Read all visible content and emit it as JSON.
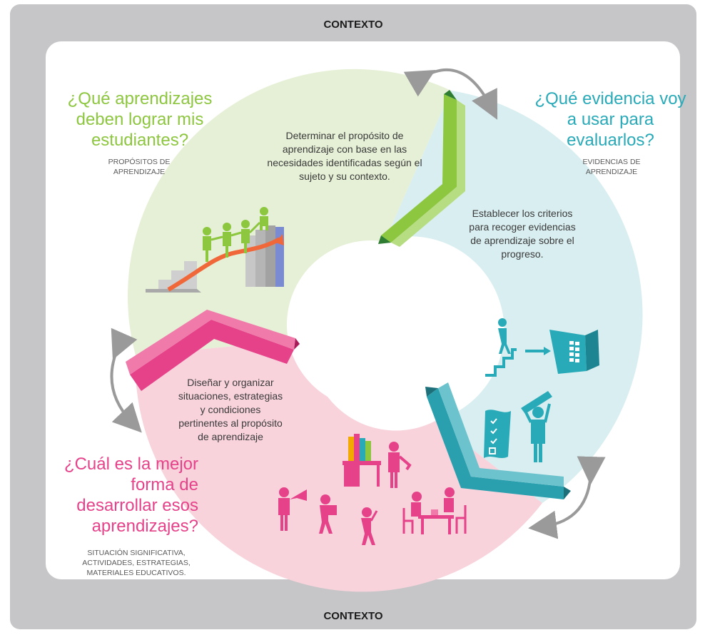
{
  "context_top": "CONTEXTO",
  "context_bottom": "CONTEXTO",
  "colors": {
    "green": "#8dc63f",
    "green_fill": "#e6f0d6",
    "blue": "#29aab8",
    "blue_fill": "#d9eef0",
    "pink": "#e6428a",
    "pink_fill": "#f8d3dc",
    "grey_frame": "#c6c6c8"
  },
  "sections": {
    "green": {
      "question": "¿Qué aprendizajes deben lograr mis estudiantes?",
      "subtitle_1": "PROPÓSITOS DE",
      "subtitle_2": "APRENDIZAJE",
      "body": "Determinar el propósito de aprendizaje con base en las necesidades identificadas según el sujeto y su contexto.",
      "icon": "team-climbing-stairs-icon"
    },
    "blue": {
      "question": "¿Qué evidencia voy a usar para evaluarlos?",
      "subtitle_1": "EVIDENCIAS DE",
      "subtitle_2": "APRENDIZAJE",
      "body": "Establecer los criterios para recoger evidencias de aprendizaje sobre el progreso.",
      "icons": [
        "person-climbing-stairs-icon",
        "laptop-icon",
        "checklist-icon",
        "person-holding-pencil-icon"
      ]
    },
    "pink": {
      "question": "¿Cuál es la mejor forma de desarrollar esos aprendizajes?",
      "subtitle_1": "SITUACIÓN SIGNIFICATIVA,",
      "subtitle_2": "ACTIVIDADES, ESTRATEGIAS,",
      "subtitle_3": "MATERIALES EDUCATIVOS.",
      "body": "Diseñar y organizar situaciones, estrategias y condiciones pertinentes al propósito de aprendizaje",
      "icons": [
        "teacher-at-desk-icon",
        "person-megaphone-icon",
        "person-carrying-books-icon",
        "person-walking-icon",
        "people-at-table-icon"
      ]
    }
  }
}
